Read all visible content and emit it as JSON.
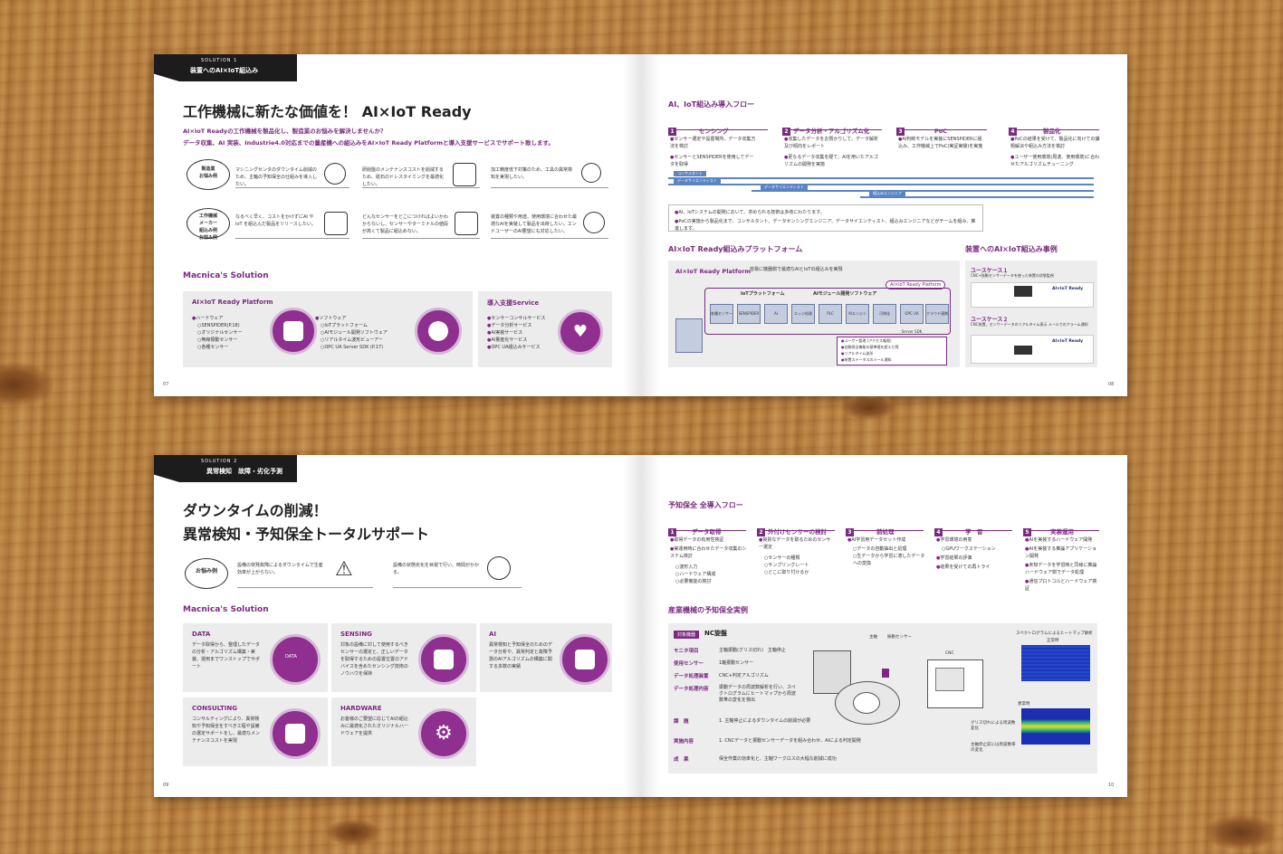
{
  "spread1": {
    "tab": {
      "solution": "SOLUTION 1",
      "title": "装置へのAI×IoT組込み"
    },
    "heading": "工作機械に新たな価値を！ AI×IoT Ready",
    "lead1": "AI×IoT Readyの工作機械を製品化し、製造業のお悩みを解決しませんか？",
    "lead2": "データ収集、AI 実装、Industrie4.0対応までの量産機への組込みをAI×IoT Ready Platformと導入支援サービスでサポート致します。",
    "worry_a": "製造業\nお悩み例",
    "worry_b": "工作機械\nメーカー\n組込み例\nお悩み例",
    "pain": [
      "マシニングセンタのダウンタイム削減のため、主軸の予知保全の仕組みを導入したい。",
      "研削盤のメンテナンスコストを削減するため、砥石のドレスタイミングを最適化したい。",
      "加工精度低下対策のため、工具の異常検知を実現したい。",
      "なるべく早く、コストをかけずにAI やIoT を組込んだ製品をリリースしたい。",
      "どんなセンサーをどこにつければよいかわからないし、センサーやターミナルの値段が高くて製品に組込めない。",
      "装置の種類や用途、使用環境に合わせた最適なAIを実装して製品を出荷したい。エンドユーザーのAI要望にも対応したい。"
    ],
    "solution_heading": "Macnica's Solution",
    "platform": {
      "title": "AI×IoT Ready Platform",
      "hw_label": "ハードウェア",
      "hw_items": [
        "SENSPIDER(P.18)",
        "オリジナルセンサー",
        "無線振動センサー",
        "各種センサー"
      ],
      "sw_label": "ソフトウェア",
      "sw_items": [
        "IoTプラットフォーム",
        "AIモジュール開発ソフトウェア",
        "リアルタイム波形ビューアー",
        "OPC UA Server SDK (P.17)"
      ]
    },
    "service": {
      "title": "導入支援Service",
      "items": [
        "センサーコンサルサービス",
        "データ分析サービス",
        "AI実装サービス",
        "AI量産化サービス",
        "OPC UA組込みサービス"
      ]
    },
    "flow_title": "AI、IoT組込み導入フロー",
    "flow": [
      {
        "n": "1",
        "label": "センシング",
        "items": [
          "センサー選定や設置場所、データ収集方法を検討",
          "センサーとSENSPIDERを使用してデータを取得"
        ]
      },
      {
        "n": "2",
        "label": "データ分析・アルゴリズム化",
        "items": [
          "収集したデータをお預かりして、データ解析及び傾向をレポート",
          "更なるデータ収集を経て、AIを用いたアルゴリズムの開発を実施"
        ]
      },
      {
        "n": "3",
        "label": "PoC",
        "items": [
          "AI判断モデルを実装にSENSPIDERに組込み、工作機械上でPoC(実証実験)を実施"
        ]
      },
      {
        "n": "4",
        "label": "製品化",
        "items": [
          "PoCの結果を受けて、製品化に向けての課題解決や組込み方法を検討",
          "ユーザー使用環境(周波、使用環境)に合わせたアルゴリズムチューニング"
        ]
      }
    ],
    "bars": [
      "コンサルタント",
      "データサイエンティスト",
      "データサイエンティスト",
      "組込みエンジニア"
    ],
    "notes": [
      "AI、IoTシステムの開発において、求められる技術は多岐にわたります。",
      "PoCの実施から製品化まで、コンサルタント、データセンシングエンジニア、データサイエンティスト、組込みエンジニアなどがチームを組み、推進します。"
    ],
    "platform_fig_title": "AI×IoT Ready組込みプラットフォーム",
    "platform_fig": {
      "label": "AI×IoT Ready Platform",
      "desc": "容易に機器側で最適なAIとIoTの組込みを実現",
      "badge": "AI×IoT Ready Platform",
      "iot": "IoTプラットフォーム",
      "ai_sw": "AIモジュール開発ソフトウェア",
      "pieces": [
        "各種センサー",
        "SENSPIDER",
        "AI",
        "エッジ処理",
        "PLC",
        "AIエンジン",
        "可視化",
        "OPC UA Server SDK",
        "クラウド連携"
      ],
      "bullets": [
        "ユーザー管理 (アクセス権限)",
        "自動保全機能の基準値を超えた際",
        "リアルタイム波形",
        "装置ステータスのメール通知"
      ]
    },
    "case_title": "装置へのAI×IoT組込み事例",
    "case1": {
      "title": "ユースケース１",
      "desc": "CNC+振動センサーデータを使った装置の状態監視",
      "badge": "AI×IoT Ready"
    },
    "case2": {
      "title": "ユースケース２",
      "desc": "CNC装置、センサーデータのリアルタイム表示 メールでのアラーム通知",
      "badge": "AI×IoT Ready"
    },
    "pages": [
      "07",
      "08"
    ]
  },
  "spread2": {
    "tab": {
      "solution": "SOLUTION 2",
      "title": "異常検知　故障・劣化予測"
    },
    "heading1": "ダウンタイムの削減！",
    "heading2": "異常検知・予知保全トータルサポート",
    "worry": "お悩み例",
    "pain": [
      "設備の突発故障によるダウンタイムで生産効率が上がらない。",
      "設備の状態劣化を目視で行い、時間がかかる。"
    ],
    "solution_heading": "Macnica's Solution",
    "solutions": [
      {
        "title": "DATA",
        "text": "データ取得から、整理したデータの分析・アルゴリズム構築・実装、運用までワンストップでサポート",
        "icon_label": "DATA"
      },
      {
        "title": "SENSING",
        "text": "対象の設備に対して使用するべきセンサーの選定と、正しいデータを取得するための設置位置のアドバイスを含めたセンシング技術のノウハウを保持",
        "icon_label": ""
      },
      {
        "title": "AI",
        "text": "異常検知と予知保全のためのデータ分析や、異常判定と故障予測のAIアルゴリズムの構築に関する多数の実績",
        "icon_label": ""
      },
      {
        "title": "CONSULTING",
        "text": "コンサルティングにより、異常検知や予知保全をすべき工程や設備の選定サポートをし、最適なメンテナンスコストを実現",
        "icon_label": ""
      },
      {
        "title": "HARDWARE",
        "text": "お客様のご要望に応じてAIの組込みに最適化されたオリジナルハードウェアを提供",
        "icon_label": ""
      }
    ],
    "flow_title": "予知保全 全導入フロー",
    "flow": [
      {
        "n": "1",
        "label": "データ取得",
        "items": [
          "取得データの有用性検証",
          "実運用時に合わせたデータ収集のシステム検討"
        ],
        "subs": [
          "波形入力",
          "ハードウェア構成",
          "必要機能の検討"
        ]
      },
      {
        "n": "2",
        "label": "外付けセンサーの検討",
        "items": [
          "良質なデータを取るためのセンサー選定"
        ],
        "subs": [
          "センサーの種類",
          "サンプリングレート",
          "どこに取り付けるか"
        ]
      },
      {
        "n": "3",
        "label": "前処理",
        "items": [
          "AI学習用データセット作成"
        ],
        "subs": [
          "データの自動抽出と処理",
          "生データから学習に適したデータへの変換"
        ]
      },
      {
        "n": "4",
        "label": "学　習",
        "items": [
          "学習環境の用意",
          "学習結果の評価",
          "結果を受けての再トライ"
        ],
        "subs": [
          "GPUワークステーション"
        ]
      },
      {
        "n": "5",
        "label": "実装運用",
        "items": [
          "AIを実装するハードウェア開発",
          "AIを実装する推論アプリケーション開発",
          "未知データを学習時と同様に推論ハードウェア側でデータ処理",
          "通信プロトコルとハードウェア検証"
        ],
        "subs": []
      }
    ],
    "example_title": "産業機械の予知保全実例",
    "example": {
      "target_label": "対象機器",
      "target": "NC旋盤",
      "rows": [
        {
          "k": "モニタ項目",
          "v": "主軸振動(グリス切れ)　主軸停止"
        },
        {
          "k": "使用センサー",
          "v": "1軸振動センサー"
        },
        {
          "k": "データ処理装置",
          "v": "CNC+判定アルゴリズム"
        },
        {
          "k": "データ処理内容",
          "v": "振動データの周波数解析を行い、スペクトログラムにヒートマップから周波数帯の変化を検出"
        },
        {
          "k": "課　題",
          "v": "1. 主軸停止によるダウンタイムの削減が必要"
        },
        {
          "k": "実施内容",
          "v": "1. CNCデータと振動センサーデータを組み合わせ、AIによる判定開発"
        },
        {
          "k": "成　果",
          "v": "保全作業の効率化と、主軸ワークロスの大幅な削減に成功"
        }
      ],
      "labels": [
        "主軸",
        "振動センサー",
        "CNC",
        "スペクトログラムによるヒートマップ解析",
        "正常時",
        "異常時",
        "グリス切れによる周波数変化",
        "主軸停止前には周波数帯の変化"
      ]
    },
    "pages": [
      "09",
      "10"
    ]
  }
}
